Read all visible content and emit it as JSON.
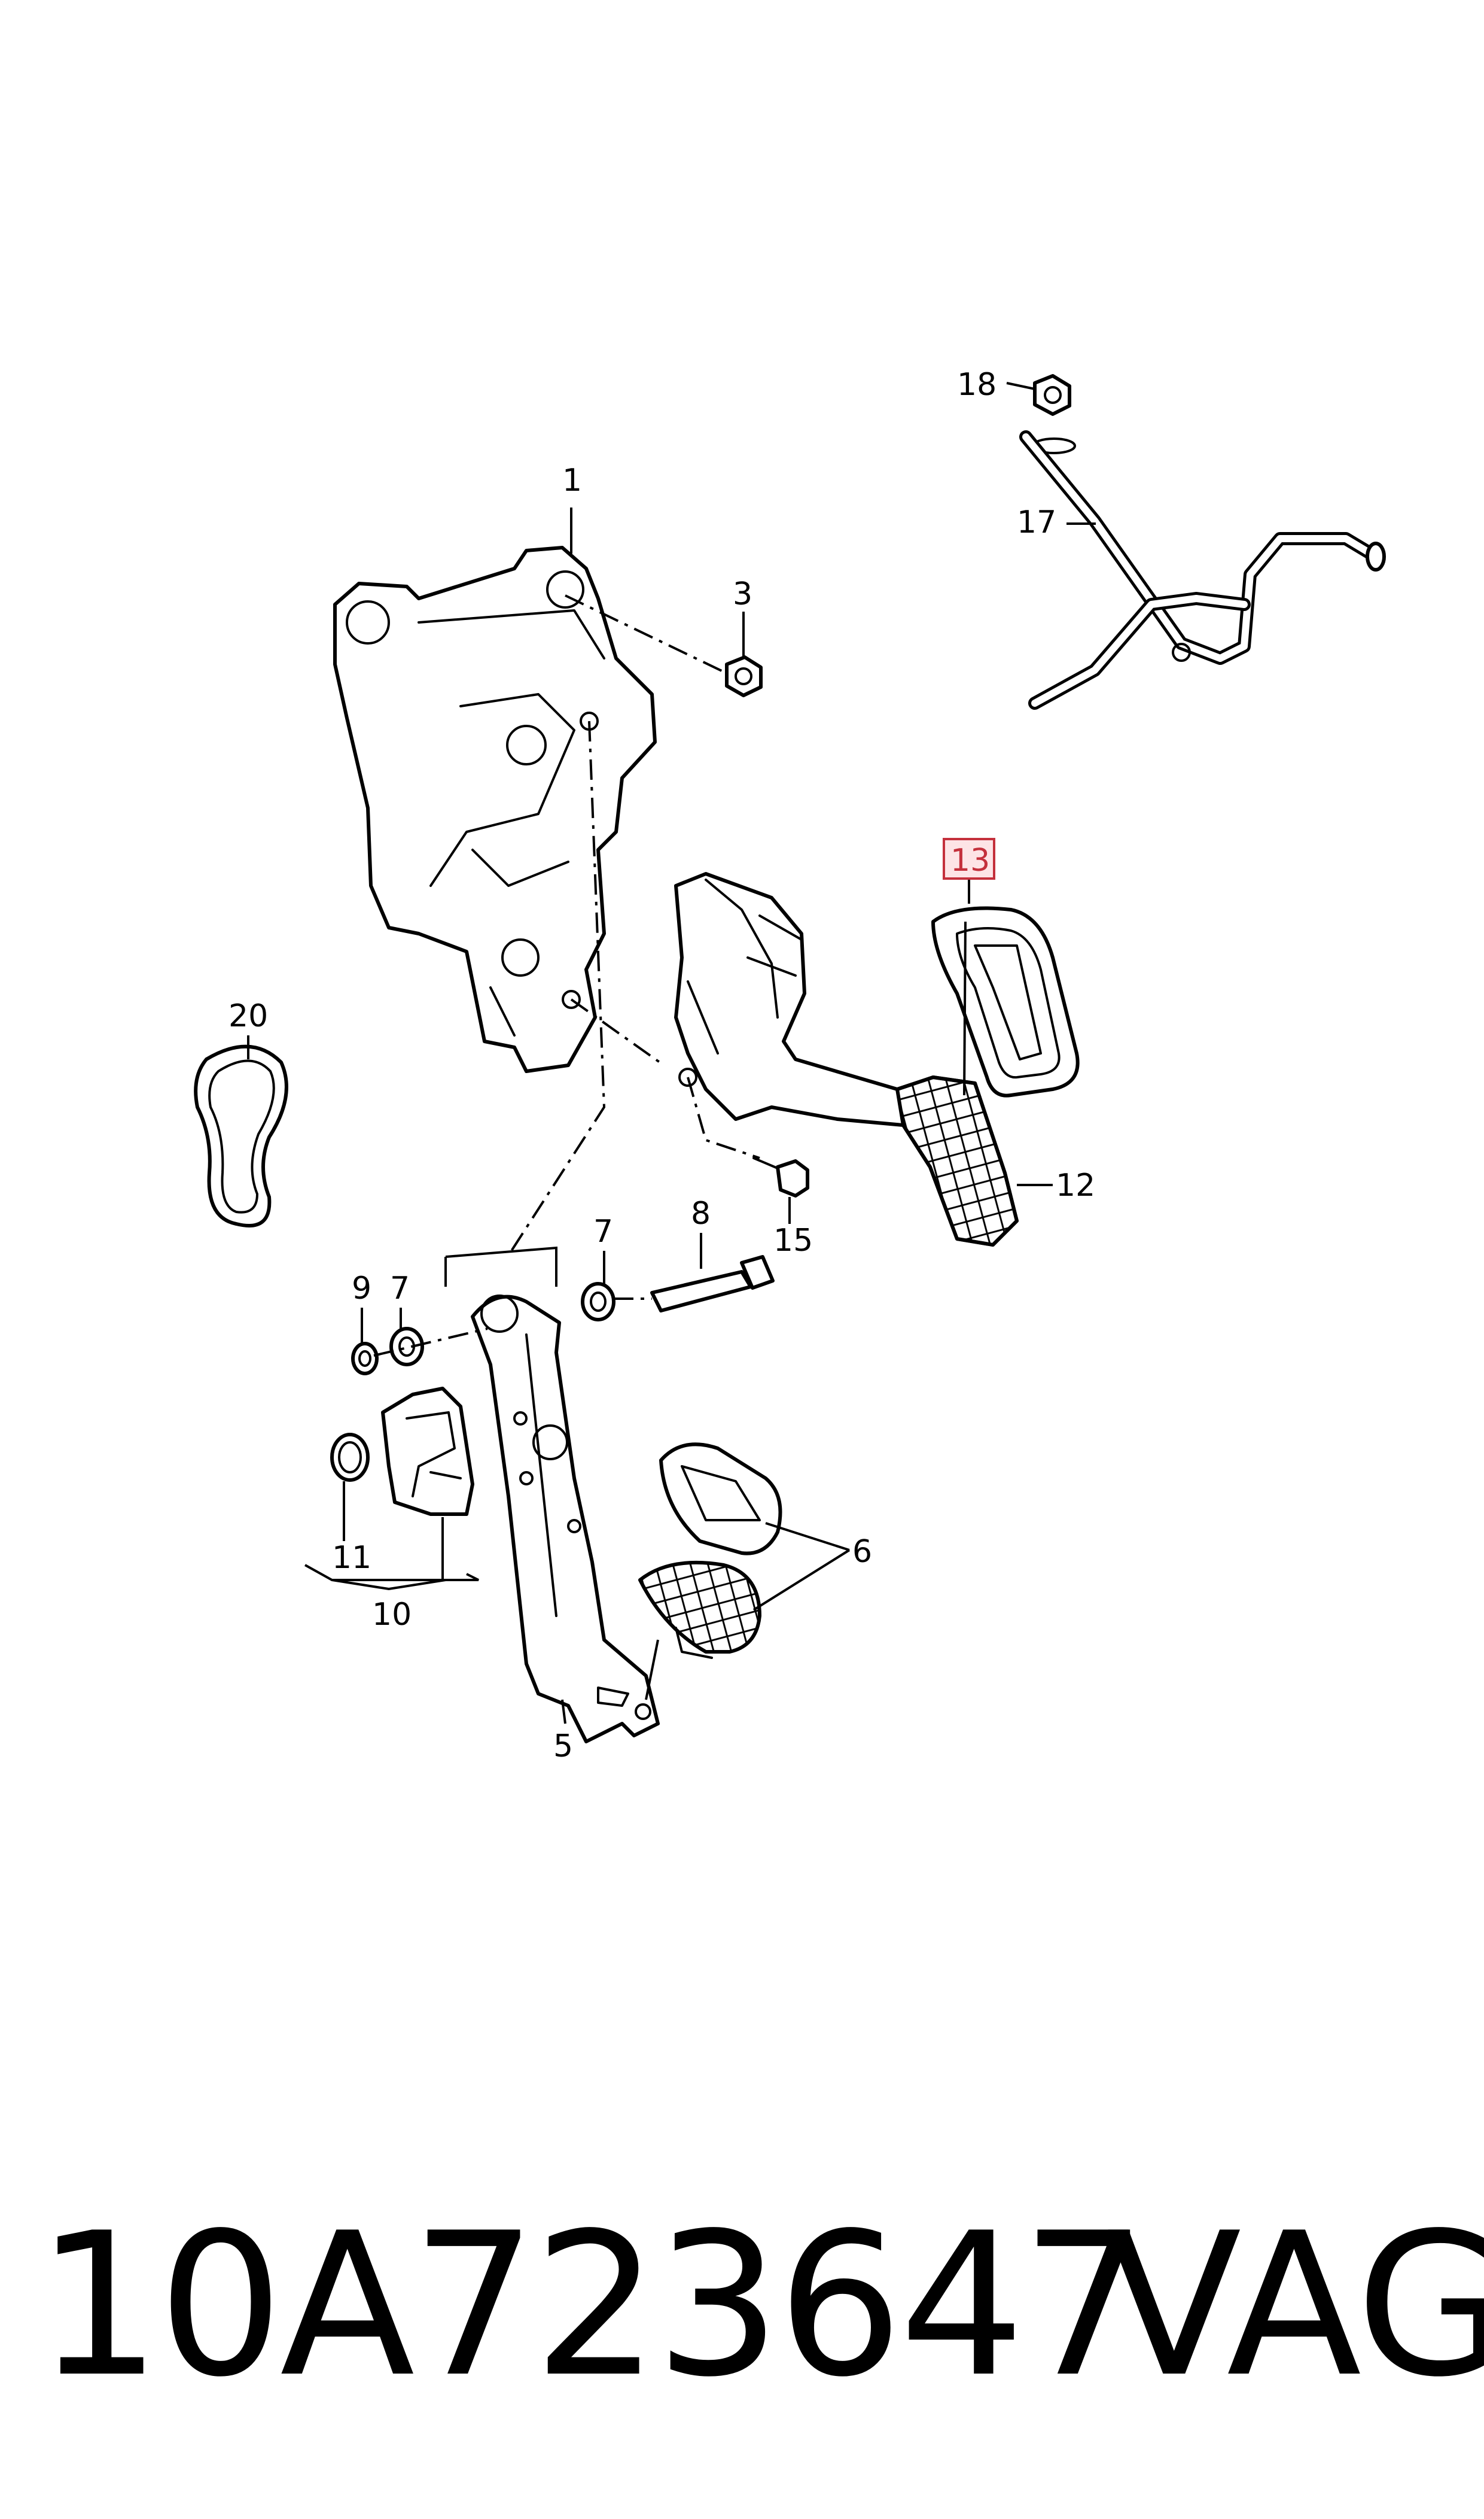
{
  "callouts": {
    "c1": "1",
    "c3": "3",
    "c5": "5",
    "c6": "6",
    "c7a": "7",
    "c7b": "7",
    "c8": "8",
    "c9": "9",
    "c10": "10",
    "c11": "11",
    "c12": "12",
    "c13": "13",
    "c15": "15",
    "c17": "17",
    "c18": "18",
    "c20": "20"
  },
  "highlighted_callout": "13",
  "footer": {
    "part_number": "10A723647",
    "brand": "VAG"
  },
  "colors": {
    "highlight_fill": "#fde4e6",
    "highlight_stroke": "#c4303c"
  }
}
